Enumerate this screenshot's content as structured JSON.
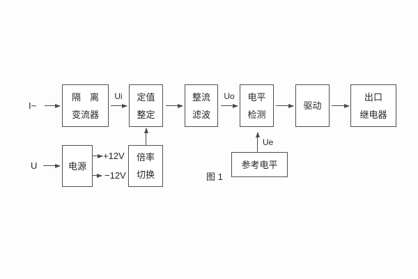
{
  "diagram": {
    "caption": "图 1",
    "inputs": {
      "current_input": "I~",
      "voltage_input": "U"
    },
    "signals": {
      "ui": "Ui",
      "uo": "Uo",
      "ue": "Ue",
      "plus12v": "+12V",
      "minus12v": "−12V"
    },
    "blocks": {
      "isolation_ct": {
        "line1": "隔　离",
        "line2": "变流器"
      },
      "setpoint": {
        "line1": "定值",
        "line2": "整定"
      },
      "rectifier_filter": {
        "line1": "整流",
        "line2": "滤波"
      },
      "level_detect": {
        "line1": "电平",
        "line2": "检测"
      },
      "driver": {
        "line1": "驱动"
      },
      "output_relay": {
        "line1": "出口",
        "line2": "继电器"
      },
      "power_supply": {
        "line1": "电源"
      },
      "ratio_switch": {
        "line1": "倍率",
        "line2": "切换"
      },
      "reference_level": {
        "line1": "参考电平"
      }
    },
    "colors": {
      "line": "#4a4a4a",
      "text": "#262626",
      "background": "#fdfdfe"
    }
  }
}
